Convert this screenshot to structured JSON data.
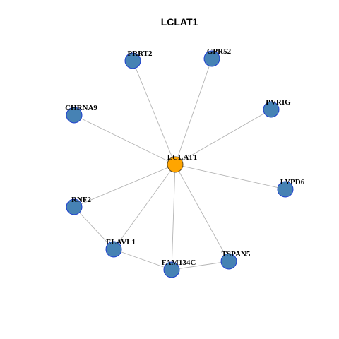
{
  "title": "LCLAT1",
  "colors": {
    "center_fill": "#FFA500",
    "center_border": "#5A4A2A",
    "node_fill": "#4682B4",
    "node_border": "#1F3FCF",
    "edge": "#B4B4B4",
    "background": "#FFFFFF"
  },
  "nodes": [
    {
      "id": "LCLAT1",
      "label": "LCLAT1",
      "role": "center"
    },
    {
      "id": "PRRT2",
      "label": "PRRT2",
      "role": "neighbor"
    },
    {
      "id": "GPR52",
      "label": "GPR52",
      "role": "neighbor"
    },
    {
      "id": "CHRNA9",
      "label": "CHRNA9",
      "role": "neighbor"
    },
    {
      "id": "PVRIG",
      "label": "PVRIG",
      "role": "neighbor"
    },
    {
      "id": "LYPD6",
      "label": "LYPD6",
      "role": "neighbor"
    },
    {
      "id": "RNF2",
      "label": "RNF2",
      "role": "neighbor"
    },
    {
      "id": "ELAVL1",
      "label": "ELAVL1",
      "role": "neighbor"
    },
    {
      "id": "FAM134C",
      "label": "FAM134C",
      "role": "neighbor"
    },
    {
      "id": "TSPAN5",
      "label": "TSPAN5",
      "role": "neighbor"
    }
  ],
  "edges": [
    [
      "LCLAT1",
      "PRRT2"
    ],
    [
      "LCLAT1",
      "GPR52"
    ],
    [
      "LCLAT1",
      "CHRNA9"
    ],
    [
      "LCLAT1",
      "PVRIG"
    ],
    [
      "LCLAT1",
      "LYPD6"
    ],
    [
      "LCLAT1",
      "RNF2"
    ],
    [
      "LCLAT1",
      "ELAVL1"
    ],
    [
      "LCLAT1",
      "FAM134C"
    ],
    [
      "LCLAT1",
      "TSPAN5"
    ],
    [
      "RNF2",
      "ELAVL1"
    ],
    [
      "ELAVL1",
      "FAM134C"
    ],
    [
      "FAM134C",
      "TSPAN5"
    ]
  ]
}
